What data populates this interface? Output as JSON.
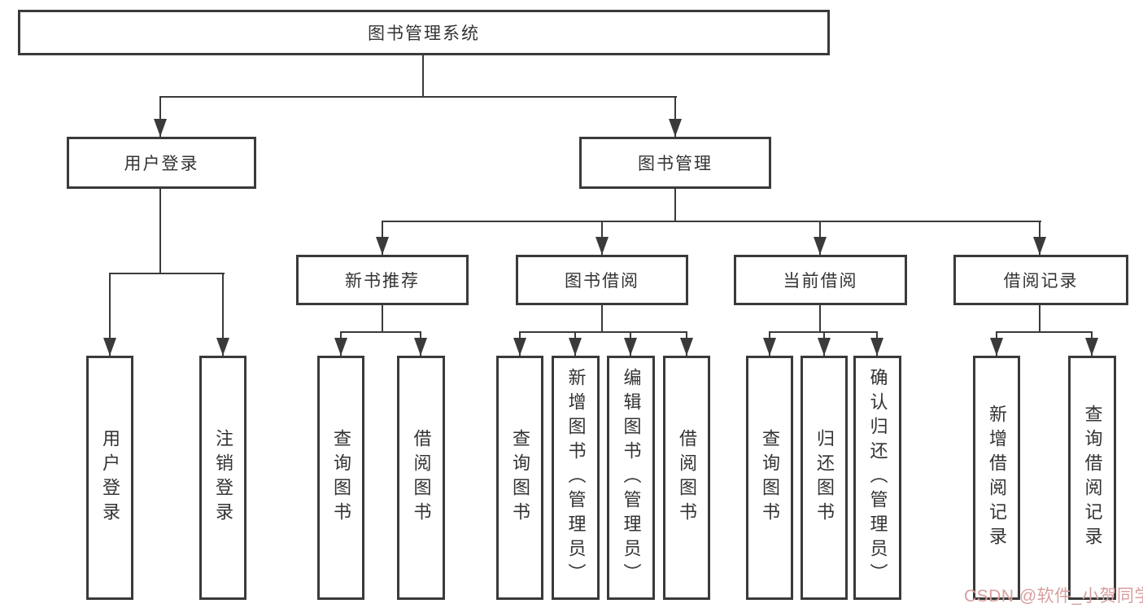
{
  "diagram_type": "hierarchy-tree",
  "colors": {
    "line": "#3a3a3a",
    "text": "#333333",
    "background": "#ffffff",
    "watermark": "#d89e9e"
  },
  "tree": {
    "root": {
      "label": "图书管理系统"
    },
    "children": [
      {
        "label": "用户登录",
        "children": [
          {
            "label": "用户登录"
          },
          {
            "label": "注销登录"
          }
        ]
      },
      {
        "label": "图书管理",
        "children": [
          {
            "label": "新书推荐",
            "children": [
              {
                "label": "查询图书"
              },
              {
                "label": "借阅图书"
              }
            ]
          },
          {
            "label": "图书借阅",
            "children": [
              {
                "label": "查询图书"
              },
              {
                "label": "新增图书（管理员）"
              },
              {
                "label": "编辑图书（管理员）"
              },
              {
                "label": "借阅图书"
              }
            ]
          },
          {
            "label": "当前借阅",
            "children": [
              {
                "label": "查询图书"
              },
              {
                "label": "归还图书"
              },
              {
                "label": "确认归还（管理员）"
              }
            ]
          },
          {
            "label": "借阅记录",
            "children": [
              {
                "label": "新增借阅记录"
              },
              {
                "label": "查询借阅记录"
              }
            ]
          }
        ]
      }
    ]
  },
  "watermark": "CSDN @软件_小贺同学"
}
